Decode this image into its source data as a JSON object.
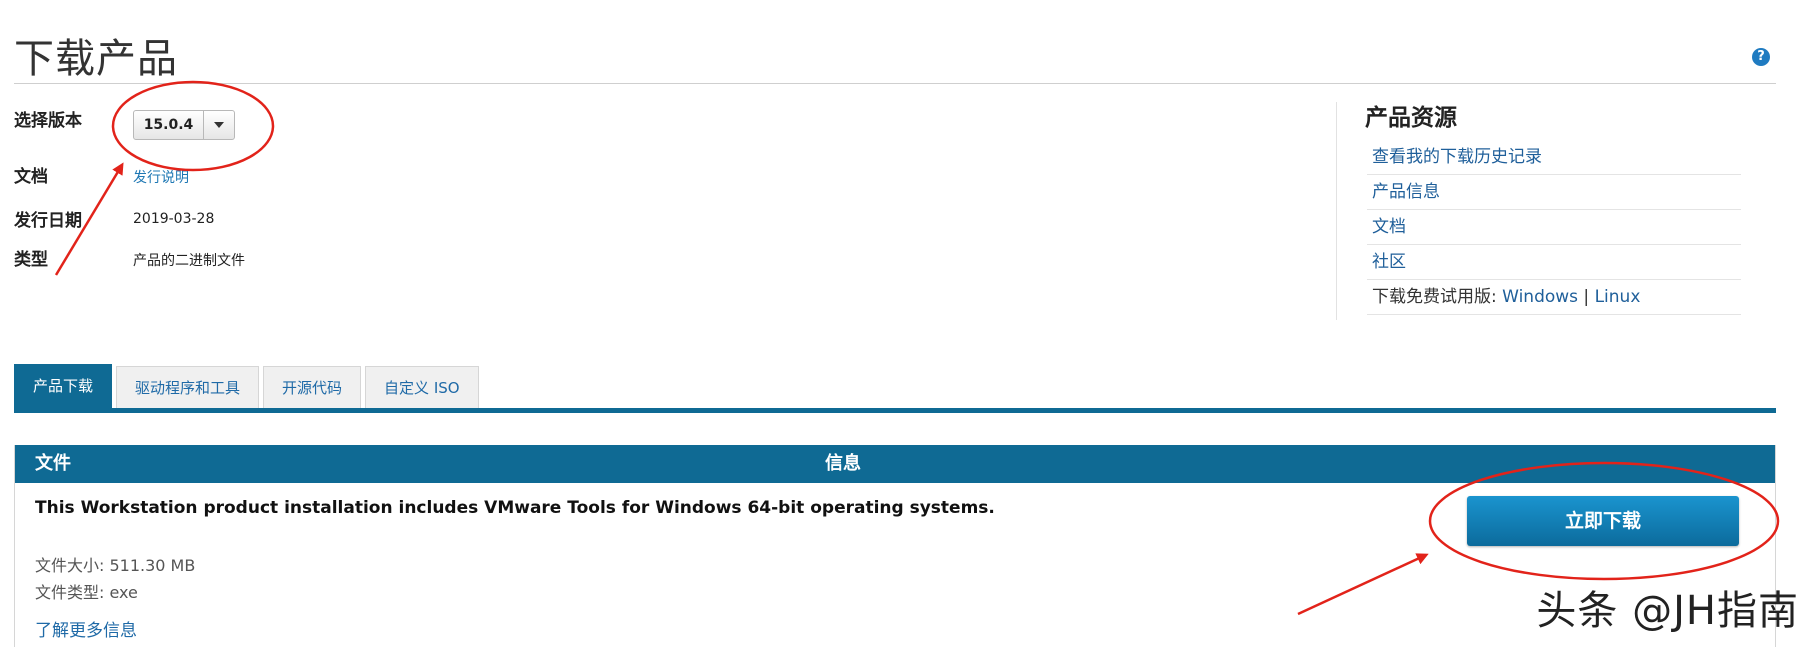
{
  "page": {
    "title": "下载产品",
    "help_icon": "?"
  },
  "fields": {
    "version_label": "选择版本",
    "version_value": "15.0.4",
    "doc_label": "文档",
    "doc_link": "发行说明",
    "date_label": "发行日期",
    "date_value": "2019-03-28",
    "type_label": "类型",
    "type_value": "产品的二进制文件"
  },
  "resources": {
    "title": "产品资源",
    "items": [
      "查看我的下载历史记录",
      "产品信息",
      "文档",
      "社区"
    ],
    "trial_prefix": "下载免费试用版: ",
    "trial_windows": "Windows",
    "trial_sep": " | ",
    "trial_linux": "Linux"
  },
  "tabs": [
    {
      "label": "产品下载",
      "active": true
    },
    {
      "label": "驱动程序和工具",
      "active": false
    },
    {
      "label": "开源代码",
      "active": false
    },
    {
      "label": "自定义 ISO",
      "active": false
    }
  ],
  "table": {
    "col_file": "文件",
    "col_info": "信息",
    "row_title": "This Workstation product installation includes VMware Tools for Windows 64-bit operating systems.",
    "size_label": "文件大小: ",
    "size_value": "511.30 MB",
    "filetype_label": "文件类型: ",
    "filetype_value": "exe",
    "more_link": "了解更多信息",
    "download_button": "立即下载"
  },
  "watermark": "头条 @JH指南",
  "colors": {
    "header_blue": "#0f6a94",
    "link_blue": "#1f6aa7",
    "annotation_red": "#e2231a"
  }
}
